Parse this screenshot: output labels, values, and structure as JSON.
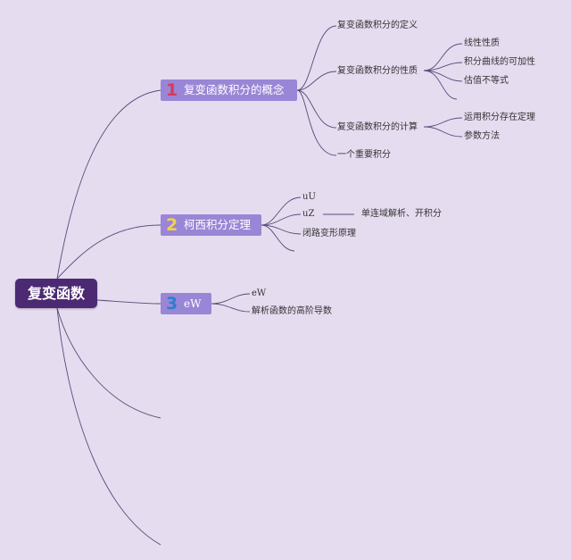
{
  "root": "复变函数",
  "branches": [
    {
      "number": "1",
      "label": "复变函数积分的概念",
      "children": [
        "复变函数积分的定义",
        "复变函数积分的性质",
        "复变函数积分的计算",
        "一个重要积分"
      ],
      "properties": [
        "线性性质",
        "积分曲线的可加性",
        "估值不等式"
      ],
      "computation": [
        "运用积分存在定理",
        "参数方法"
      ]
    },
    {
      "number": "2",
      "label": "柯西积分定理",
      "children": [
        "uU",
        "uZ",
        "闭路变形原理"
      ],
      "uz_detail": "单连域解析、开积分"
    },
    {
      "number": "3",
      "label": "eW",
      "children": [
        "eW",
        "解析函数的高阶导数"
      ]
    }
  ],
  "colors": {
    "background": "#e6dcf0",
    "root_fill": "#4c2a73",
    "branch_fill": "#9a86d6",
    "line": "#5a4a78",
    "badge_1": "#d63a5a",
    "badge_2": "#f2d24a",
    "badge_3": "#2d7fcf"
  }
}
